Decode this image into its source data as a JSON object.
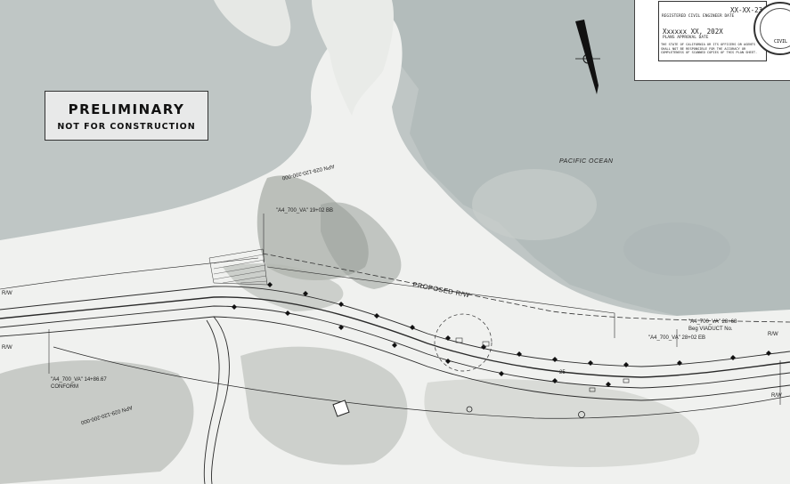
{
  "preliminary_box": {
    "line1": "PRELIMINARY",
    "line2": "NOT FOR CONSTRUCTION"
  },
  "stamp": {
    "date": "XX-XX-23",
    "signature_label": "REGISTERED CIVIL ENGINEER  DATE",
    "approval_date": "Xxxxxx XX, 202X",
    "approval_label": "PLANS APPROVAL DATE",
    "fine_print": "THE STATE OF CALIFORNIA OR ITS OFFICERS OR AGENTS SHALL NOT BE RESPONSIBLE FOR THE ACCURACY OR COMPLETENESS OF SCANNED COPIES OF THIS PLAN SHEET.",
    "seal_text": "CIVIL"
  },
  "labels": {
    "pacific_ocean": "PACIFIC OCEAN",
    "proposed_rw": "PROPOSED R/W",
    "apn_top": "APN 029-120-200-000",
    "apn_bottom": "APN 029-120-200-000",
    "station_bb": "\"A4_700_VA\" 19+02 BB",
    "station_conform": "\"A4_700_VA\" 14+86.67",
    "conform": "CONFORM",
    "viaduct_station": "\"A4_700_VA\" 28+68",
    "viaduct_beg": "Beg VIADUCT No.",
    "station_eb": "\"A4_700_VA\" 28+02 EB",
    "rw_left_top": "R/W",
    "rw_left_bottom": "R/W",
    "rw_right_top": "R/W",
    "rw_right_bottom": "R/W",
    "sta_25": "25"
  },
  "icons": [
    "north-arrow-icon",
    "camera-icon"
  ],
  "colors": {
    "ocean": "#b9c1c0",
    "land": "#f2f3f1",
    "vegetation": "#a8ada7",
    "linework": "#2a2a2a"
  }
}
